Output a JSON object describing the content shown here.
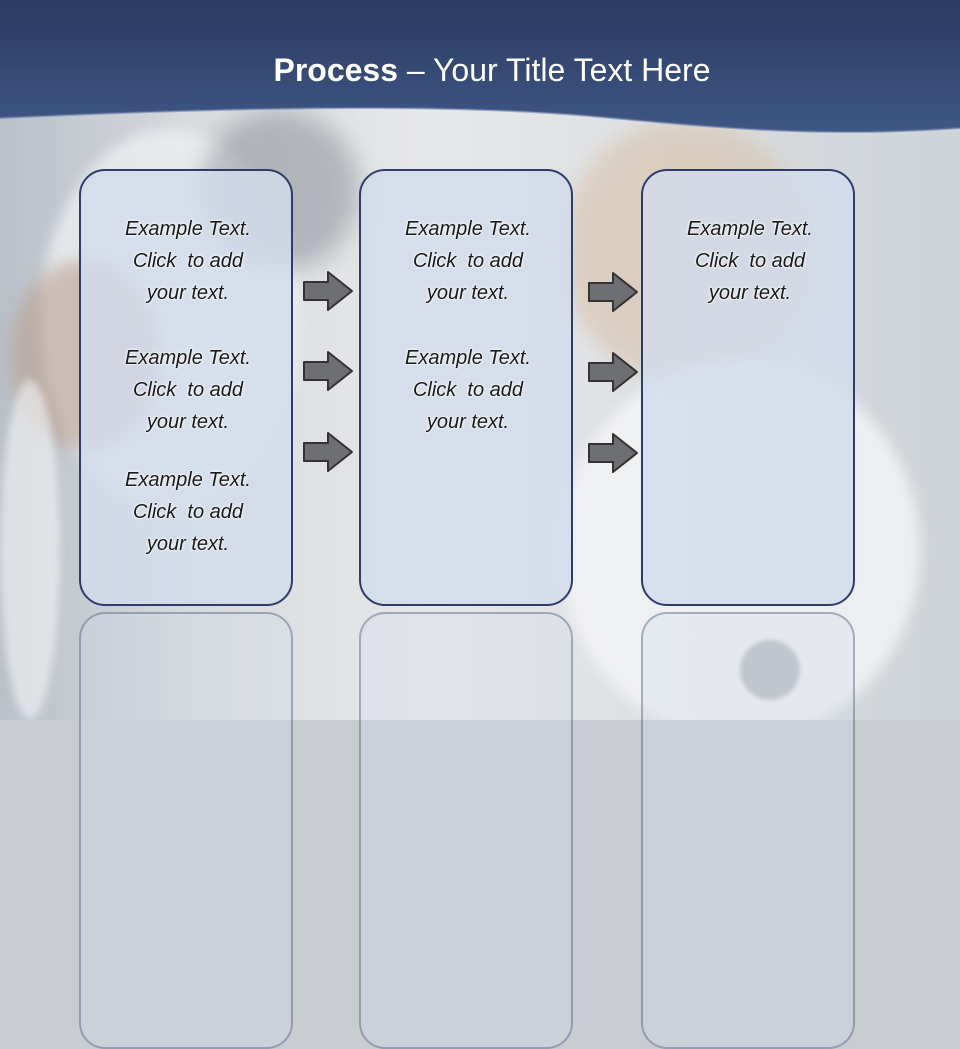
{
  "slide": {
    "title_bold": "Process",
    "title_rest": " – Your Title Text Here"
  },
  "columns": [
    {
      "items": [
        "Example Text.\nClick  to add\nyour text.",
        "Example Text.\nClick  to add\nyour text.",
        "Example Text.\nClick  to add\nyour text."
      ]
    },
    {
      "items": [
        "Example Text.\nClick  to add\nyour text.",
        "Example Text.\nClick  to add\nyour text."
      ]
    },
    {
      "items": [
        "Example Text.\nClick  to add\nyour text."
      ]
    }
  ],
  "colors": {
    "header": "#2b3f6b",
    "box_fill": "#d2dceb",
    "box_border": "#2e3d68",
    "arrow_fill": "#6d6f72",
    "arrow_stroke": "#333333"
  }
}
